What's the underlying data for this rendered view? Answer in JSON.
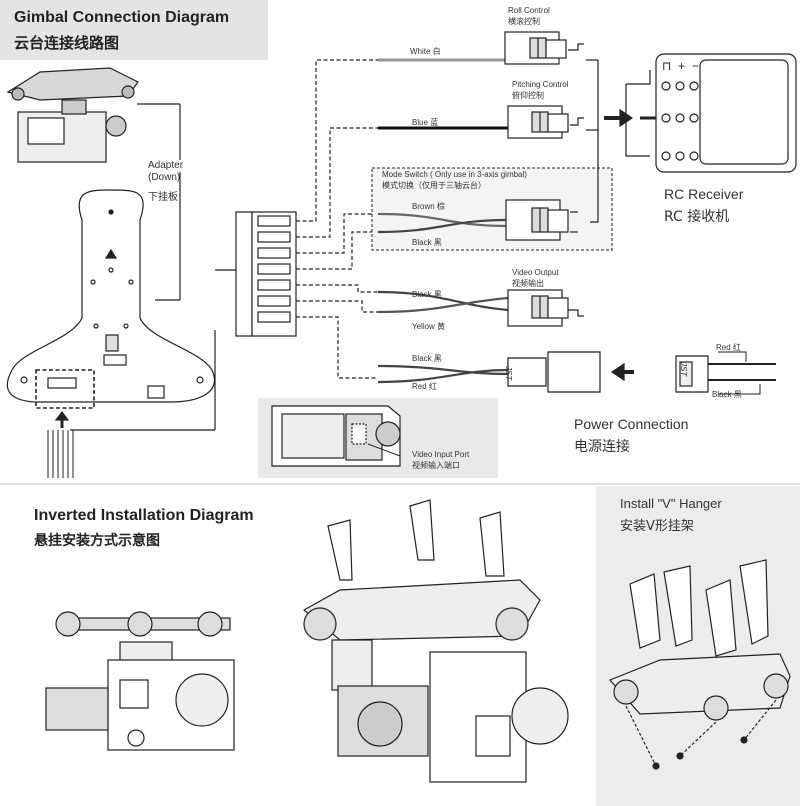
{
  "gimbal_connection": {
    "title_en": "Gimbal Connection Diagram",
    "title_zh": "云台连接线路图",
    "adapter_en_line1": "Adapter",
    "adapter_en_line2": "(Down)",
    "adapter_zh": "下挂板",
    "roll_control_en": "Roll Control",
    "roll_control_zh": "横滚控制",
    "pitching_control_en": "Pitching Control",
    "pitching_control_zh": "俯仰控制",
    "mode_switch_en": "Mode Switch ( Only use in 3-axis gimbal)",
    "mode_switch_zh": "模式切换（仅用于三轴云台）",
    "video_output_en": "Video Output",
    "video_output_zh": "视频输出",
    "wires": {
      "white": "White 白",
      "blue": "Blue 蓝",
      "brown": "Brown 棕",
      "black1": "Black 黑",
      "black2": "Black 黑",
      "yellow": "Yellow 黄",
      "black3": "Black 黑",
      "red": "Red 红",
      "red_power": "Red 红",
      "black_power": "Black 黑"
    },
    "jst_label": "JST",
    "rc_receiver_en": "RC Receiver",
    "rc_receiver_zh": "RC 接收机",
    "receiver_symbols": "⊓ + −",
    "power_connection_en": "Power Connection",
    "power_connection_zh": "电源连接",
    "video_input_en": "Video Input Port",
    "video_input_zh": "视频输入端口"
  },
  "inverted_installation": {
    "title_en": "Inverted Installation Diagram",
    "title_zh": "悬挂安装方式示意图"
  },
  "v_hanger": {
    "title_en": "Install \"V\" Hanger",
    "title_zh": "安装V形挂架"
  }
}
